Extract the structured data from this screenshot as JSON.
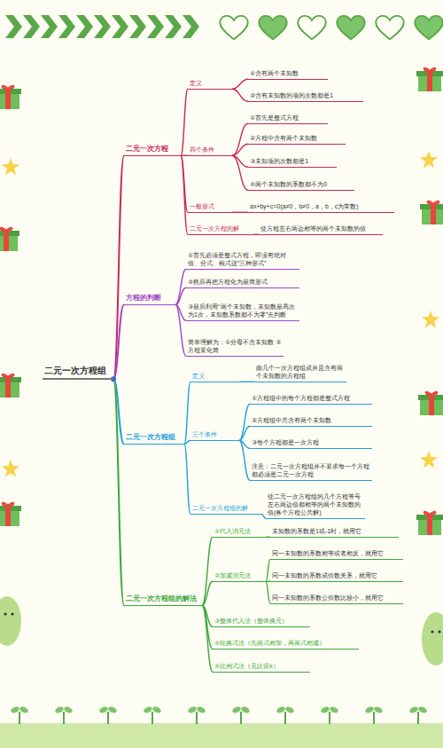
{
  "diagram": {
    "nodes": [
      {
        "text": [
          "二元一次方程组"
        ]
      },
      {
        "text": [
          "二元一次方程"
        ]
      },
      {
        "text": [
          "定义"
        ]
      },
      {
        "text": [
          "①含有两个未知数"
        ]
      },
      {
        "text": [
          "②含有未知数的项的次数都是1"
        ]
      },
      {
        "text": [
          "四个条件"
        ]
      },
      {
        "text": [
          "①首先是整式方程"
        ]
      },
      {
        "text": [
          "②方程中含有两个未知数"
        ]
      },
      {
        "text": [
          "③未知项的次数都是1"
        ]
      },
      {
        "text": [
          "④两个未知数的系数都不为0"
        ]
      },
      {
        "text": [
          "一般形式"
        ]
      },
      {
        "text": [
          "ax+by+c=0(a≠0，b≠0，a，b，c为常数)"
        ]
      },
      {
        "text": [
          "二元一次方程的解"
        ]
      },
      {
        "text": [
          "使方程左右两边相等的两个未知数的值"
        ]
      },
      {
        "text": [
          "方程的判断"
        ]
      },
      {
        "text": [
          "①首先必须是整式方程，即没有绝对值、分式、根式这“三种形式”"
        ]
      },
      {
        "text": [
          "②然后再把方程化为最简形式"
        ]
      },
      {
        "text": [
          "③最后利用“两个未知数，未知数最高次为1次，未知数系数都不为零”去判断"
        ]
      },
      {
        "text": [
          "简单理解为：①分母不含未知数 ②方程要化简"
        ]
      },
      {
        "text": [
          "二元一次方程组"
        ]
      },
      {
        "text": [
          "定义"
        ]
      },
      {
        "text": [
          "由几个一次方程组成并且含有两个未知数的方程组"
        ]
      },
      {
        "text": [
          "三个条件"
        ]
      },
      {
        "text": [
          "①方程组中的每个方程都是整式方程"
        ]
      },
      {
        "text": [
          "②方程组中共含有两个未知数"
        ]
      },
      {
        "text": [
          "③每个方程都是一次方程"
        ]
      },
      {
        "text": [
          "注意：二元一次方程组并不要求每一个方程都必须是二元一次方程"
        ]
      },
      {
        "text": [
          "二元一次方程组的解"
        ]
      },
      {
        "text": [
          "使二元一次方程组的几个方程等号左右两边值都相等的两个未知数的值(各个方程公共解)"
        ]
      },
      {
        "text": [
          "二元一次方程组的解法"
        ]
      },
      {
        "text": [
          "①代入消元法"
        ]
      },
      {
        "text": [
          "未知数的系数是1或-1时，就用它"
        ]
      },
      {
        "text": [
          "②加减消元法"
        ]
      },
      {
        "text": [
          "同一未知数的系数相等或者相反，就用它"
        ]
      },
      {
        "text": [
          "同一未知数的系数成倍数关系，就用它"
        ]
      },
      {
        "text": [
          "同一未知数的系数公倍数比较小，就用它"
        ]
      },
      {
        "text": [
          "③整体代入法（整体换元）"
        ]
      },
      {
        "text": [
          "④轮换式法（先两式相加，再两式相减）"
        ]
      },
      {
        "text": [
          "⑤比例式法（见比设k）"
        ]
      }
    ],
    "edges": [
      {
        "from": 0,
        "to": 1,
        "arrow": "none"
      },
      {
        "from": 1,
        "to": 2,
        "arrow": "none"
      },
      {
        "from": 2,
        "to": 3,
        "arrow": "none"
      },
      {
        "from": 2,
        "to": 4,
        "arrow": "none"
      },
      {
        "from": 1,
        "to": 5,
        "arrow": "none"
      },
      {
        "from": 5,
        "to": 6,
        "arrow": "none"
      },
      {
        "from": 5,
        "to": 7,
        "arrow": "none"
      },
      {
        "from": 5,
        "to": 8,
        "arrow": "none"
      },
      {
        "from": 5,
        "to": 9,
        "arrow": "none"
      },
      {
        "from": 1,
        "to": 10,
        "arrow": "none"
      },
      {
        "from": 10,
        "to": 11,
        "arrow": "none"
      },
      {
        "from": 1,
        "to": 12,
        "arrow": "none"
      },
      {
        "from": 12,
        "to": 13,
        "arrow": "none"
      },
      {
        "from": 0,
        "to": 14,
        "arrow": "none"
      },
      {
        "from": 14,
        "to": 15,
        "arrow": "none"
      },
      {
        "from": 14,
        "to": 16,
        "arrow": "none"
      },
      {
        "from": 14,
        "to": 17,
        "arrow": "none"
      },
      {
        "from": 14,
        "to": 18,
        "arrow": "none"
      },
      {
        "from": 0,
        "to": 19,
        "arrow": "none"
      },
      {
        "from": 19,
        "to": 20,
        "arrow": "none"
      },
      {
        "from": 20,
        "to": 21,
        "arrow": "none"
      },
      {
        "from": 19,
        "to": 22,
        "arrow": "none"
      },
      {
        "from": 22,
        "to": 23,
        "arrow": "none"
      },
      {
        "from": 22,
        "to": 24,
        "arrow": "none"
      },
      {
        "from": 22,
        "to": 25,
        "arrow": "none"
      },
      {
        "from": 22,
        "to": 26,
        "arrow": "none"
      },
      {
        "from": 19,
        "to": 27,
        "arrow": "none"
      },
      {
        "from": 27,
        "to": 28,
        "arrow": "none"
      },
      {
        "from": 0,
        "to": 29,
        "arrow": "none"
      },
      {
        "from": 29,
        "to": 30,
        "arrow": "none"
      },
      {
        "from": 30,
        "to": 31,
        "arrow": "none"
      },
      {
        "from": 29,
        "to": 32,
        "arrow": "none"
      },
      {
        "from": 32,
        "to": 33,
        "arrow": "none"
      },
      {
        "from": 32,
        "to": 34,
        "arrow": "none"
      },
      {
        "from": 32,
        "to": 35,
        "arrow": "none"
      },
      {
        "from": 29,
        "to": 36,
        "arrow": "none"
      },
      {
        "from": 29,
        "to": 37,
        "arrow": "none"
      },
      {
        "from": 29,
        "to": 38,
        "arrow": "none"
      }
    ]
  }
}
